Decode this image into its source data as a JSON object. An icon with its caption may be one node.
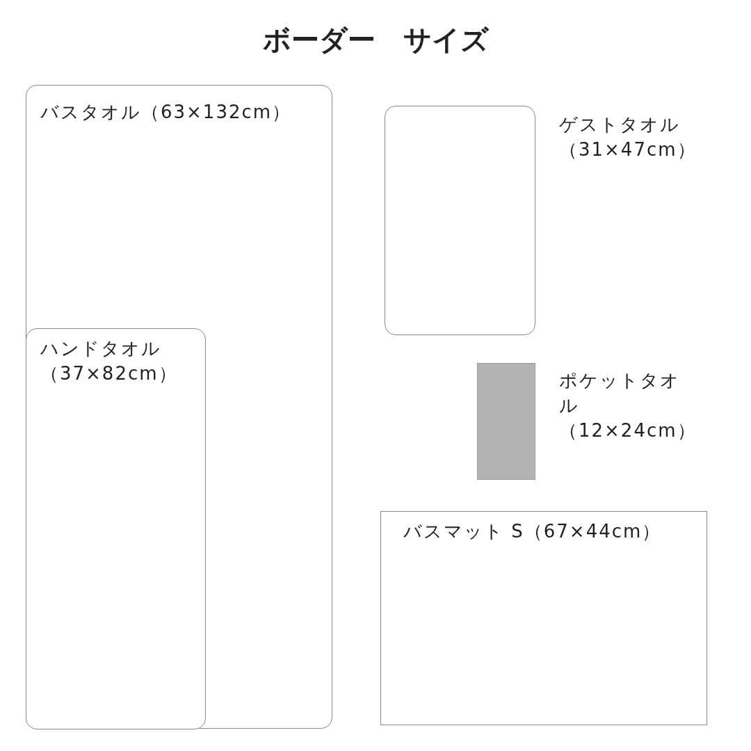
{
  "diagram": {
    "title": "ボーダー　サイズ",
    "nodes": [
      {
        "text": [
          "バスタオル（63×132cm）"
        ]
      },
      {
        "text": [
          "ハンドタオル（37×82cm）"
        ],
        "in": 0
      },
      {
        "text": [
          "ゲストタオル（31×47cm）"
        ]
      },
      {
        "text": [
          "ポケットタオル（12×24cm）"
        ]
      },
      {
        "text": [
          "バスマット S（67×44cm）"
        ]
      }
    ],
    "edges": []
  }
}
